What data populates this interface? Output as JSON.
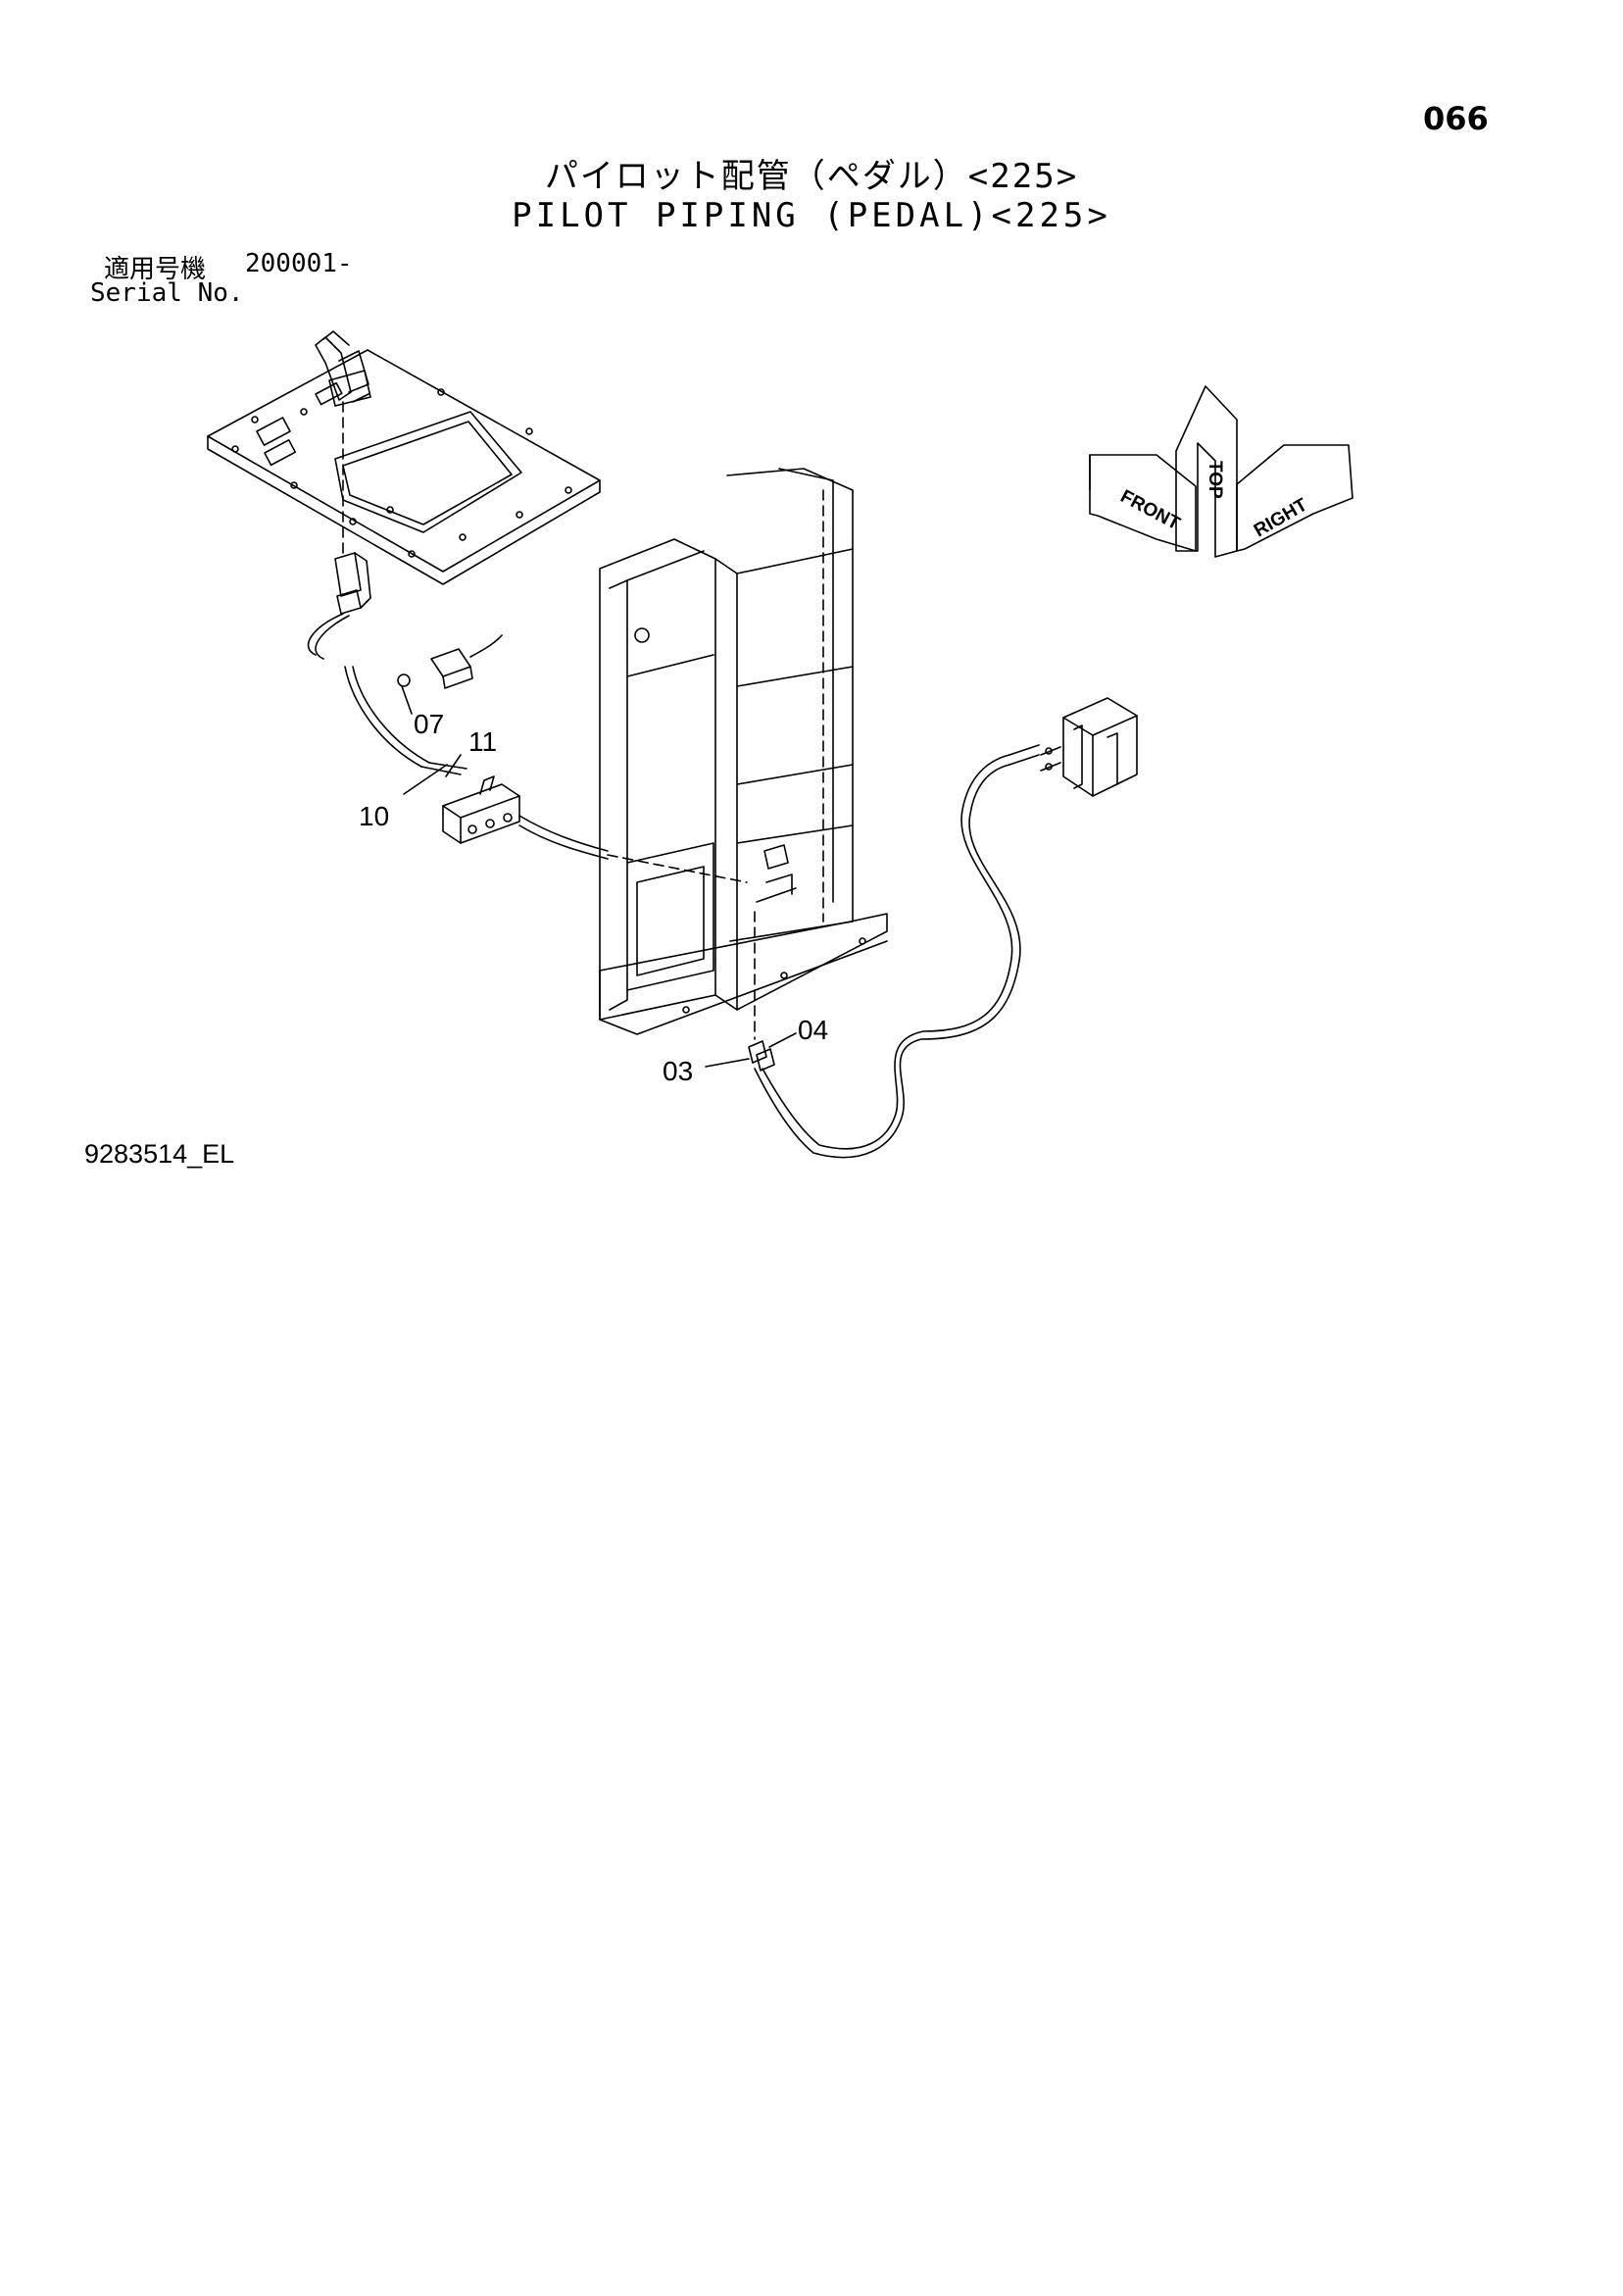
{
  "page": {
    "number": "066",
    "title_jp": "パイロット配管（ペダル）<225>",
    "title_en": "PILOT PIPING (PEDAL)<225>",
    "serial_label_jp": "適用号機",
    "serial_value": "200001-",
    "serial_label_en": "Serial No.",
    "drawing_number": "9283514_EL"
  },
  "callouts": [
    "07",
    "11",
    "10",
    "04",
    "03"
  ],
  "direction_indicator": {
    "front": "FRONT",
    "top": "TOP",
    "right": "RIGHT"
  }
}
